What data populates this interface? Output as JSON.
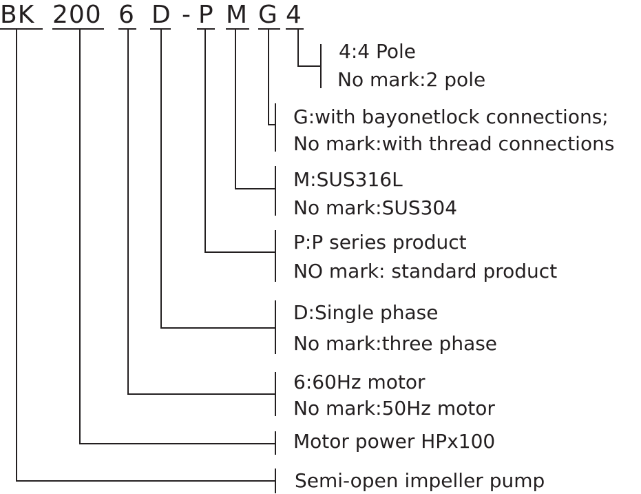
{
  "code_segments": [
    "BK",
    "200",
    "6",
    "D",
    "-",
    "P",
    "M",
    "G",
    "4"
  ],
  "descriptions": [
    {
      "id": "pole",
      "lines": [
        "4:4 Pole",
        "No mark:2 pole"
      ]
    },
    {
      "id": "connection",
      "lines": [
        "G:with bayonetlock connections;",
        "No mark:with thread connections"
      ]
    },
    {
      "id": "material",
      "lines": [
        "M:SUS316L",
        "No mark:SUS304"
      ]
    },
    {
      "id": "series",
      "lines": [
        "P:P series product",
        "NO mark: standard product"
      ]
    },
    {
      "id": "phase",
      "lines": [
        "D:Single phase",
        "No mark:three phase"
      ]
    },
    {
      "id": "frequency",
      "lines": [
        "6:60Hz motor",
        "No mark:50Hz motor"
      ]
    },
    {
      "id": "power",
      "lines": [
        "Motor power HPx100"
      ]
    },
    {
      "id": "pump-type",
      "lines": [
        "Semi-open impeller pump"
      ]
    }
  ]
}
